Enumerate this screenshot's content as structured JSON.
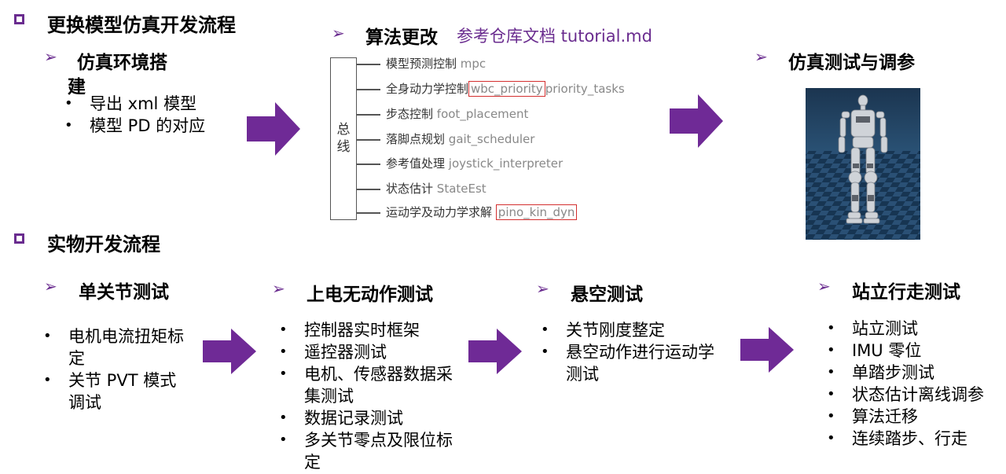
{
  "sim_section": {
    "title": "更换模型仿真开发流程",
    "env": {
      "title_line1": "仿真环境搭",
      "title_line2": "建",
      "items": [
        "导出 xml 模型",
        "模型 PD 的对应"
      ]
    },
    "algo": {
      "title": "算法更改",
      "ref": "参考仓库文档 tutorial.md",
      "bus_label": "总\n线",
      "modules": [
        {
          "zh": "模型预测控制",
          "en": "mpc",
          "hl": "",
          "tail": ""
        },
        {
          "zh": "全身动力学控制",
          "en": "",
          "hl": "wbc_priority",
          "tail": "priority_tasks"
        },
        {
          "zh": "步态控制",
          "en": "foot_placement",
          "hl": "",
          "tail": ""
        },
        {
          "zh": "落脚点规划",
          "en": "gait_scheduler",
          "hl": "",
          "tail": ""
        },
        {
          "zh": "参考值处理",
          "en": "joystick_interpreter",
          "hl": "",
          "tail": ""
        },
        {
          "zh": "状态估计",
          "en": "StateEst",
          "hl": "",
          "tail": ""
        },
        {
          "zh": "运动学及动力学求解",
          "en": "",
          "hl": "pino_kin_dyn",
          "tail": ""
        }
      ]
    },
    "test": {
      "title": "仿真测试与调参"
    }
  },
  "real_section": {
    "title": "实物开发流程",
    "steps": [
      {
        "title": "单关节测试",
        "items": [
          "电机电流扭矩标定",
          " 关节 PVT 模式调试"
        ]
      },
      {
        "title": "上电无动作测试",
        "items": [
          "控制器实时框架",
          "遥控器测试",
          "电机、传感器数据采集测试",
          "数据记录测试",
          "多关节零点及限位标定"
        ]
      },
      {
        "title": "悬空测试",
        "items": [
          "关节刚度整定",
          "悬空动作进行运动学测试"
        ]
      },
      {
        "title": "站立行走测试",
        "items": [
          "站立测试",
          "IMU 零位",
          "单踏步测试",
          "状态估计离线调参",
          "算法迁移",
          "连续踏步、行走"
        ]
      }
    ]
  },
  "colors": {
    "accent": "#6a2c8f",
    "arrow": "#6f2a96",
    "highlight_box": "#d32f2f",
    "sim_floor": "#1e3d5c"
  },
  "icons": {
    "section_marker": "hollow-square-icon",
    "sub_marker": "chevron-right-icon",
    "flow": "right-arrow-icon"
  }
}
